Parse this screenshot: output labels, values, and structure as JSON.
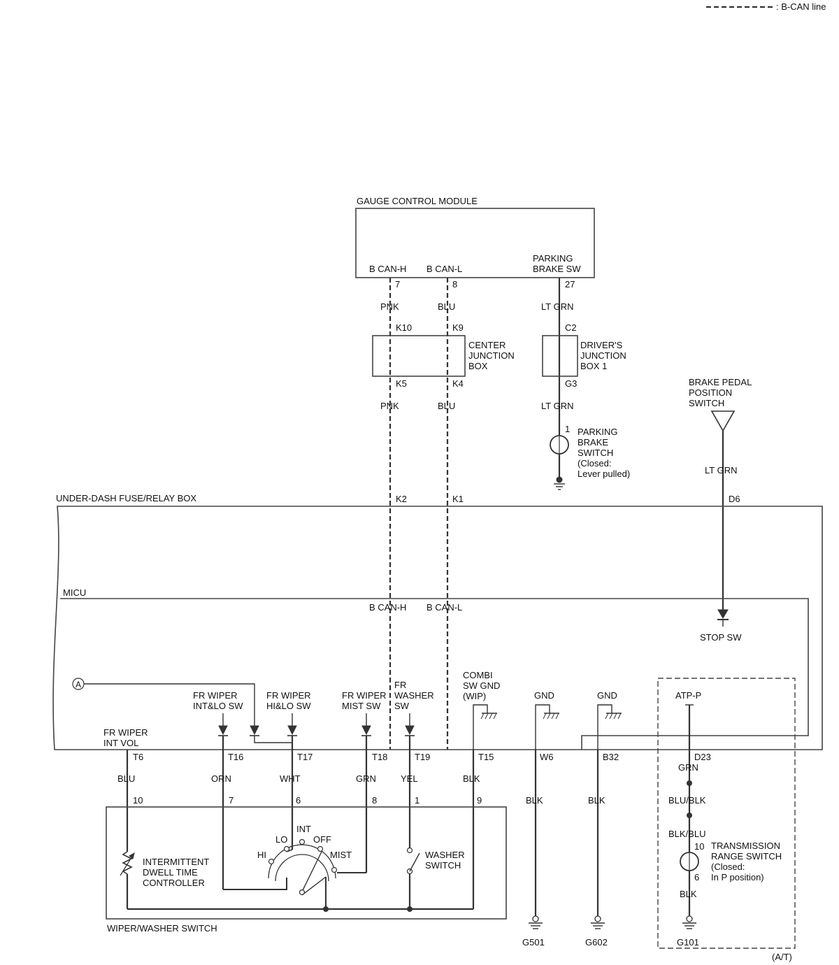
{
  "legend": {
    "can_line": ": B-CAN line"
  },
  "gauge": {
    "title": "GAUGE CONTROL MODULE",
    "bcanh": "B CAN-H",
    "bcanl": "B CAN-L",
    "pbsw_1": "PARKING",
    "pbsw_2": "BRAKE SW",
    "pin7": "7",
    "pin8": "8",
    "pin27": "27"
  },
  "wires_upper": {
    "pnk1": "PNK",
    "blu1": "BLU",
    "ltgrn1": "LT GRN",
    "pnk2": "PNK",
    "blu2": "BLU",
    "ltgrn2": "LT GRN",
    "ltgrn3": "LT GRN"
  },
  "center_jb": {
    "k10": "K10",
    "k9": "K9",
    "k5": "K5",
    "k4": "K4",
    "l1": "CENTER",
    "l2": "JUNCTION",
    "l3": "BOX"
  },
  "drivers_jb": {
    "c2": "C2",
    "g3": "G3",
    "l1": "DRIVER'S",
    "l2": "JUNCTION",
    "l3": "BOX 1"
  },
  "parking_switch": {
    "pin": "1",
    "l1": "PARKING",
    "l2": "BRAKE",
    "l3": "SWITCH",
    "l4": "(Closed:",
    "l5": "Lever pulled)"
  },
  "brake_pedal": {
    "l1": "BRAKE PEDAL",
    "l2": "POSITION",
    "l3": "SWITCH",
    "d6": "D6"
  },
  "underdash": {
    "title": "UNDER-DASH FUSE/RELAY BOX",
    "k2": "K2",
    "k1": "K1"
  },
  "micu": {
    "title": "MICU",
    "bcanh": "B CAN-H",
    "bcanl": "B CAN-L",
    "stop": "STOP SW",
    "ref_a": "A"
  },
  "micu_inputs": {
    "int_lo_1": "FR WIPER",
    "int_lo_2": "INT&LO SW",
    "hi_lo_1": "FR WIPER",
    "hi_lo_2": "HI&LO SW",
    "mist_1": "FR WIPER",
    "mist_2": "MIST SW",
    "washer_1": "FR",
    "washer_2": "WASHER",
    "washer_3": "SW",
    "combi_1": "COMBI",
    "combi_2": "SW GND",
    "combi_3": "(WIP)",
    "gnd1": "GND",
    "gnd2": "GND",
    "atp": "ATP-P",
    "intvol_1": "FR WIPER",
    "intvol_2": "INT VOL"
  },
  "terminals": [
    "T6",
    "T16",
    "T17",
    "T18",
    "T19",
    "T15",
    "W6",
    "B32",
    "D23"
  ],
  "lower_wires": [
    "BLU",
    "ORN",
    "WHT",
    "GRN",
    "YEL",
    "BLK"
  ],
  "switch_pins": [
    "10",
    "7",
    "6",
    "8",
    "1",
    "9"
  ],
  "blk_gnd": [
    "BLK",
    "BLK"
  ],
  "wiper_switch": {
    "title": "WIPER/WASHER SWITCH",
    "ctrl_1": "INTERMITTENT",
    "ctrl_2": "DWELL TIME",
    "ctrl_3": "CONTROLLER",
    "hi": "HI",
    "lo": "LO",
    "int": "INT",
    "off": "OFF",
    "mist": "MIST",
    "washer_1": "WASHER",
    "washer_2": "SWITCH"
  },
  "at_section": {
    "grn": "GRN",
    "blublk": "BLU/BLK",
    "blkblu": "BLK/BLU",
    "pin10": "10",
    "pin6": "6",
    "blk": "BLK",
    "trs_1": "TRANSMISSION",
    "trs_2": "RANGE SWITCH",
    "trs_3": "(Closed:",
    "trs_4": "In P position)",
    "tag": "(A/T)"
  },
  "grounds": [
    "G501",
    "G602",
    "G101"
  ]
}
